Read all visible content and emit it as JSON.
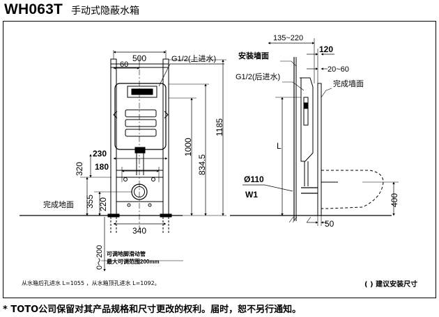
{
  "header": {
    "model": "WH063T",
    "title": "手动式隐蔽水箱"
  },
  "front_view": {
    "dim_500": "500",
    "dim_60": "60",
    "dim_1000": "1000",
    "dim_834_5": "834.5",
    "dim_1185": "1185",
    "dim_230": "230",
    "dim_180": "180",
    "dim_320": "320",
    "dim_355": "355",
    "dim_220": "220",
    "dim_340": "340",
    "dim_0_200": "0～200",
    "label_top_inlet": "G1/2(上进水)",
    "label_floor": "完成地面",
    "label_adjust_1": "可调地脚滑动管",
    "label_adjust_2": "最大可调范围200mm"
  },
  "side_view": {
    "dim_135_220": "135~220",
    "dim_120": "120",
    "dim_20_60": "20~60",
    "label_mount_wall": "安装墙面",
    "label_rear_inlet": "G1/2(后进水)",
    "label_finish_wall": "完成墙面",
    "dim_L": "L",
    "dim_110": "Ø110",
    "label_w1": "W1",
    "dim_400": "400",
    "dim_50": "50"
  },
  "notes": {
    "inlet_note": "从水箱后孔进水 L=1055 ，从水箱顶孔进水 L=1092。",
    "legend": "( ) 建议安装尺寸"
  },
  "disclaimer": "* TOTO公司保留对其产品规格和尺寸更改的权利。届时，恕不另行通知。"
}
